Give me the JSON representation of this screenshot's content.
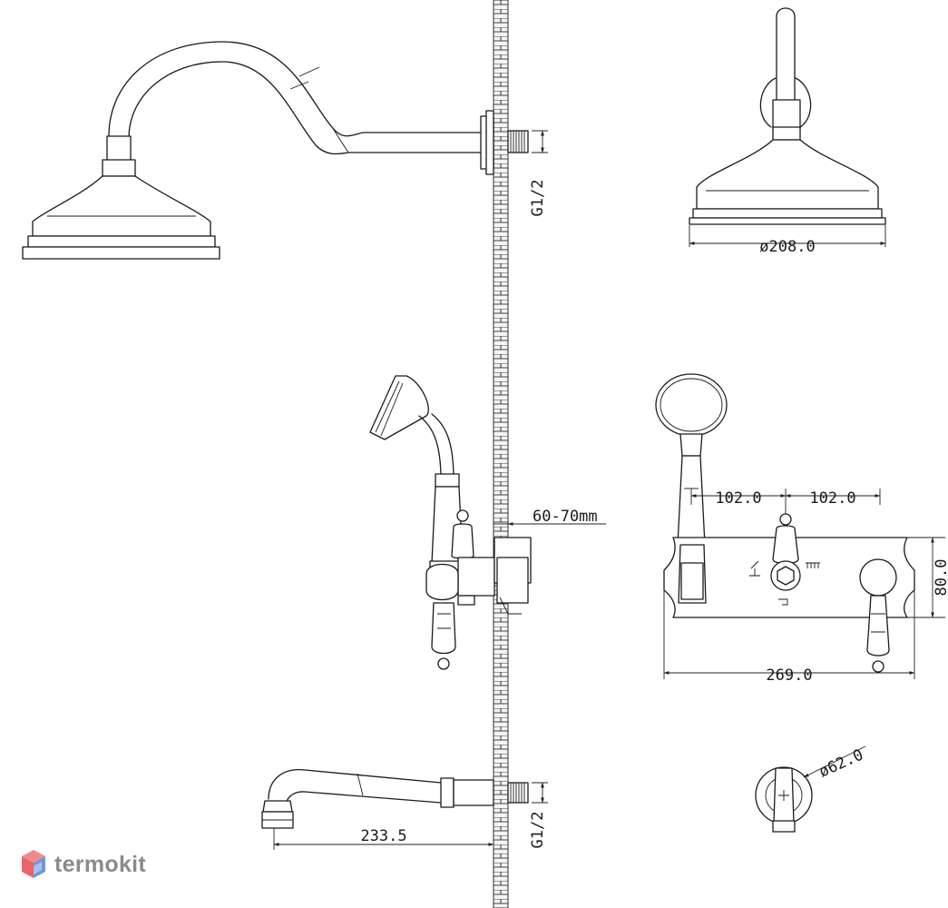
{
  "drawing": {
    "dimensions": {
      "wall_thread_top": "G1/2",
      "head_diameter": "ø208.0",
      "wall_gap": "60-70mm",
      "spacing_left": "102.0",
      "spacing_right": "102.0",
      "plate_height": "80.0",
      "plate_width": "269.0",
      "spout_length": "233.5",
      "wall_thread_bottom": "G1/2",
      "escutcheon_diameter": "ø62.0"
    }
  },
  "watermark": {
    "brand": "termokit",
    "logo_colors": [
      "#e8656b",
      "#6f97d9"
    ]
  }
}
